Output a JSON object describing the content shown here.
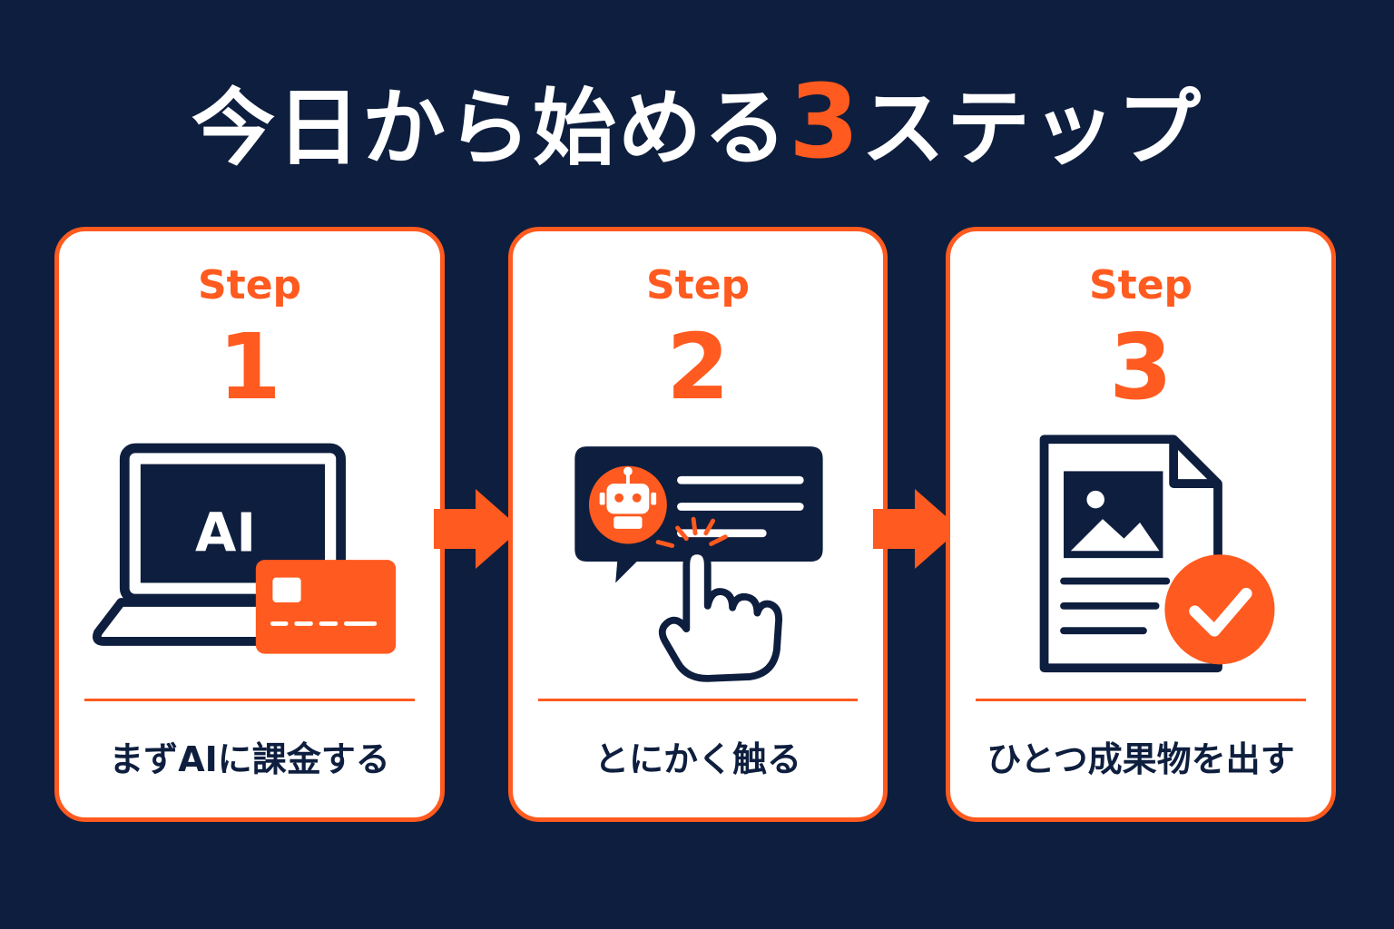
{
  "title": {
    "main": "今日から始める",
    "accent": "3",
    "tail": "ステップ"
  },
  "steps": [
    {
      "word": "Step",
      "number": "1",
      "caption": "まずAIに課金する",
      "badge": "AI",
      "icon": "laptop-card-icon"
    },
    {
      "word": "Step",
      "number": "2",
      "caption": "とにかく触る",
      "icon": "chat-robot-tap-icon"
    },
    {
      "word": "Step",
      "number": "3",
      "caption": "ひとつ成果物を出す",
      "icon": "document-check-icon"
    }
  ],
  "colors": {
    "background": "#0e1e3e",
    "accent": "#ff5a1f",
    "card": "#ffffff",
    "text": "#0e1e3e"
  }
}
